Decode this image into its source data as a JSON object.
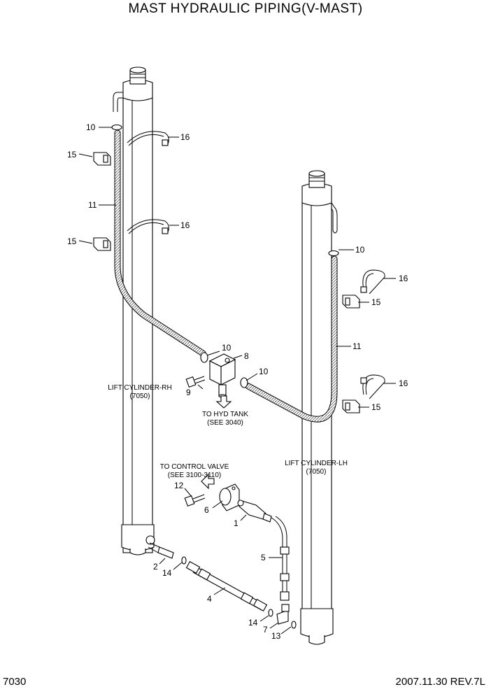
{
  "title": "MAST HYDRAULIC PIPING(V-MAST)",
  "footer": {
    "page_code": "7030",
    "date_rev": "2007.11.30  REV.7L"
  },
  "notes": {
    "lift_cyl_rh": [
      "LIFT CYLINDER-RH",
      "(7050)"
    ],
    "lift_cyl_lh": [
      "LIFT CYLINDER-LH",
      "(7050)"
    ],
    "hyd_tank": [
      "TO HYD TANK",
      "(SEE 3040)"
    ],
    "control_valve": [
      "TO CONTROL VALVE",
      "(SEE 3100-3110)"
    ]
  },
  "callouts": {
    "c10a": "10",
    "c16a": "16",
    "c15a": "15",
    "c11a": "11",
    "c16b": "16",
    "c15b": "15",
    "c10b": "10",
    "c16c": "16",
    "c15c": "15",
    "c11b": "11",
    "c16d": "16",
    "c15d": "15",
    "c10c": "10",
    "c8": "8",
    "c10d": "10",
    "c9": "9",
    "c12": "12",
    "c6": "6",
    "c1": "1",
    "c5": "5",
    "c2": "2",
    "c14a": "14",
    "c4": "4",
    "c14b": "14",
    "c7": "7",
    "c13": "13"
  }
}
